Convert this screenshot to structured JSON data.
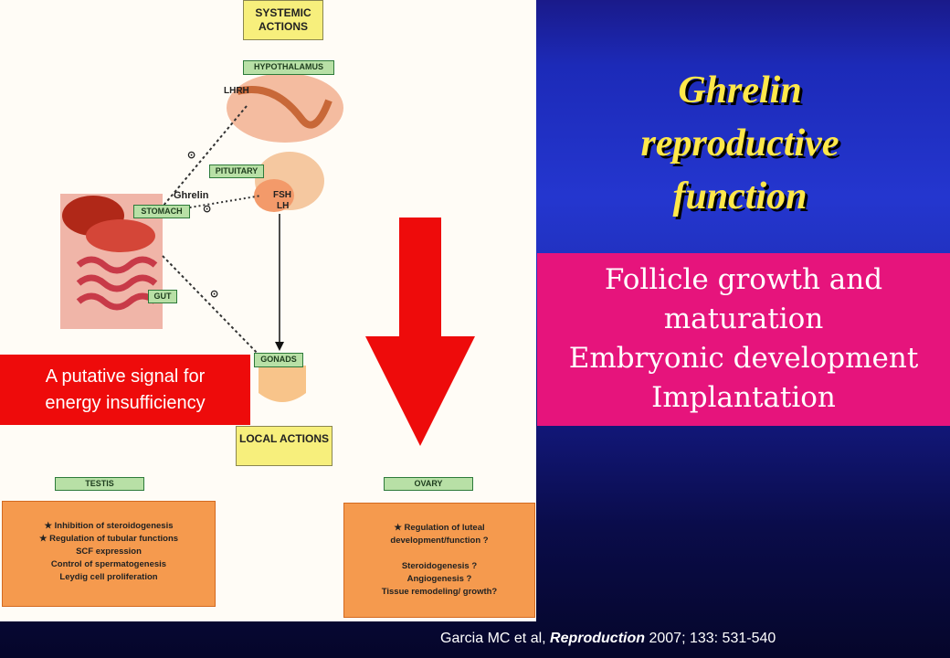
{
  "diagram": {
    "systemic_actions": "SYSTEMIC ACTIONS",
    "hypothalamus": "HYPOTHALAMUS",
    "lhrh": "LHRH",
    "pituitary": "PITUITARY",
    "fsh": "FSH",
    "lh": "LH",
    "ghrelin": "Ghrelin",
    "stomach": "STOMACH",
    "gut": "GUT",
    "gonads": "GONADS",
    "local_actions": "LOCAL ACTIONS",
    "testis": "TESTIS",
    "ovary": "OVARY",
    "inhibition_symbol": "⊙",
    "testis_items": [
      "Inhibition of steroidogenesis",
      "Regulation of tubular functions",
      "SCF expression",
      "Control of spermatogenesis",
      "Leydig cell proliferation"
    ],
    "ovary_items": [
      "Regulation of luteal",
      "development/function ?",
      "Steroidogenesis ?",
      "Angiogenesis ?",
      "Tissue remodeling/ growth?"
    ],
    "colors": {
      "yellow_box": "#f7ef7c",
      "green_label": "#b8e0a6",
      "orange_box": "#f59a4e"
    }
  },
  "title": {
    "line1": "Ghrelin",
    "line2": "reproductive",
    "line3": "function",
    "color": "#ffe84a"
  },
  "functions": {
    "line1": "Follicle growth and",
    "line2": "maturation",
    "line3": "Embryonic development",
    "line4": "Implantation",
    "background": "#e6147c"
  },
  "signal_label": {
    "line1": "A putative signal for",
    "line2": "energy insufficiency",
    "background": "#ee0b0b"
  },
  "citation": {
    "authors": "Garcia MC et al, ",
    "journal": "Reproduction",
    "details": " 2007; 133: 531-540"
  },
  "arrow": {
    "direction": "down",
    "color": "#ee0b0b"
  }
}
